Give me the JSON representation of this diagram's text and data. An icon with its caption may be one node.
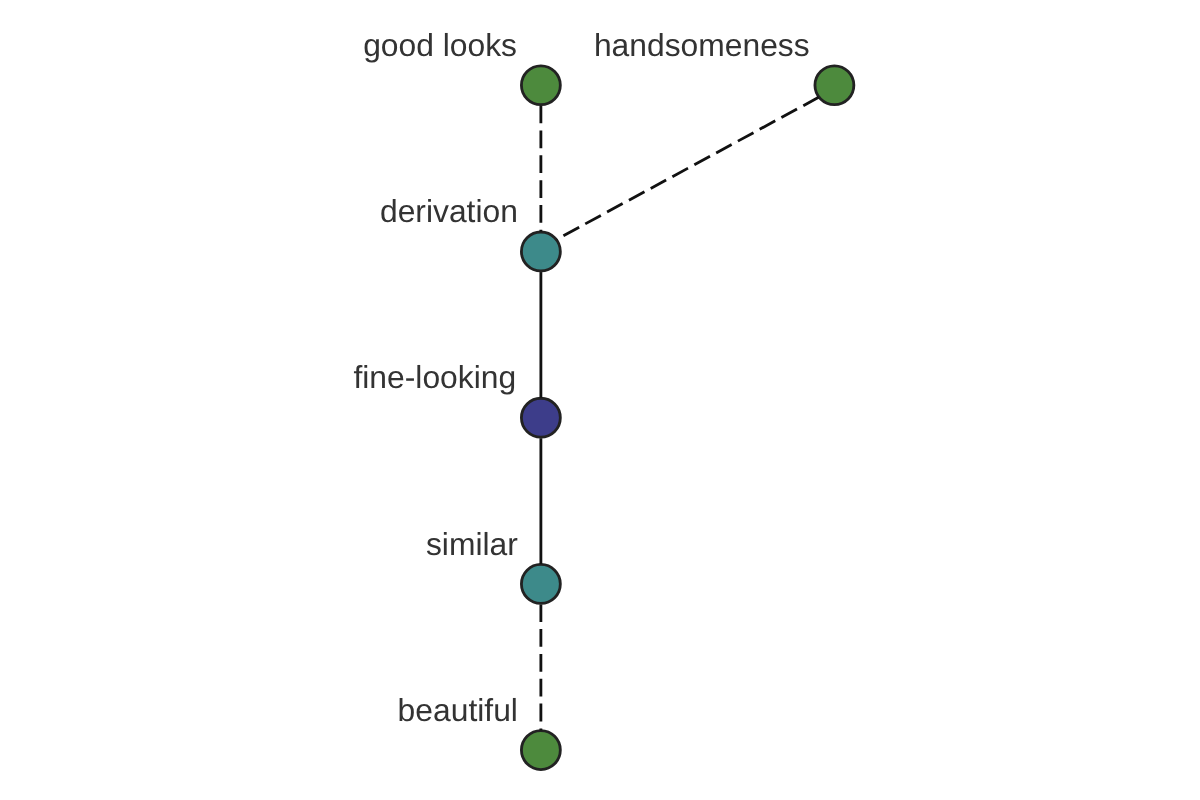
{
  "diagram": {
    "nodes": [
      {
        "text": [
          "good looks"
        ]
      },
      {
        "text": [
          "handsomeness"
        ]
      },
      {
        "text": [
          "derivation"
        ]
      },
      {
        "text": [
          "fine-looking"
        ]
      },
      {
        "text": [
          "similar"
        ]
      },
      {
        "text": [
          "beautiful"
        ]
      }
    ],
    "edges": [
      {
        "from": 0,
        "to": 2,
        "arrow": "none",
        "style": "dashed"
      },
      {
        "from": 1,
        "to": 2,
        "arrow": "none",
        "style": "dashed"
      },
      {
        "from": 2,
        "to": 3,
        "arrow": "none"
      },
      {
        "from": 3,
        "to": 4,
        "arrow": "none"
      },
      {
        "from": 4,
        "to": 5,
        "arrow": "none",
        "style": "dashed"
      }
    ]
  }
}
